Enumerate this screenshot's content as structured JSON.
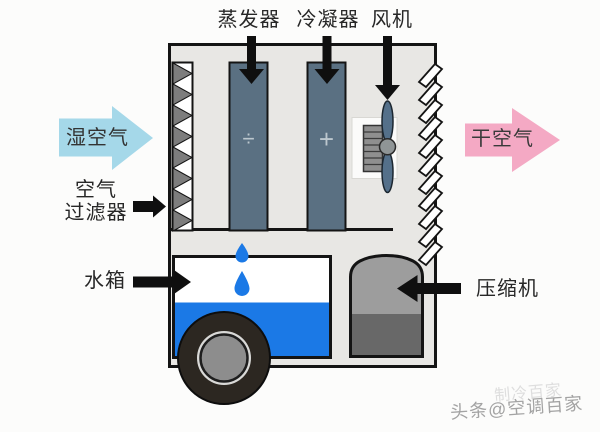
{
  "figure": {
    "subject": "dehumidifier-internal-structure-diagram"
  },
  "labels": {
    "evaporator": "蒸发器",
    "condenser": "冷凝器",
    "fan": "风机",
    "humid_air": "湿空气",
    "air_filter": [
      "空气",
      "过滤器"
    ],
    "water_tank": "水箱",
    "dry_air": "干空气",
    "compressor": "压缩机"
  },
  "symbols": {
    "evaporator_mark": "÷",
    "condenser_mark": "+"
  },
  "watermark": {
    "primary": "头条@空调百家",
    "secondary": "制冷百家"
  },
  "colors": {
    "cabinet_fill": "#e8e7e4",
    "filter_pleat": "#7d7d7d",
    "heat_exchanger": "#5a7082",
    "fan_blade": "#54708a",
    "grille": "#8f8f8f",
    "water": "#1b79e6",
    "compressor_top": "#9d9d9d",
    "compressor_bottom": "#686868",
    "tire": "#2c2721",
    "hub": "#8d8d8d",
    "pointer": "#0f0f0f",
    "humid_air_arrow": "#a5d8e9",
    "dry_air_arrow": "#f4a9c4"
  }
}
